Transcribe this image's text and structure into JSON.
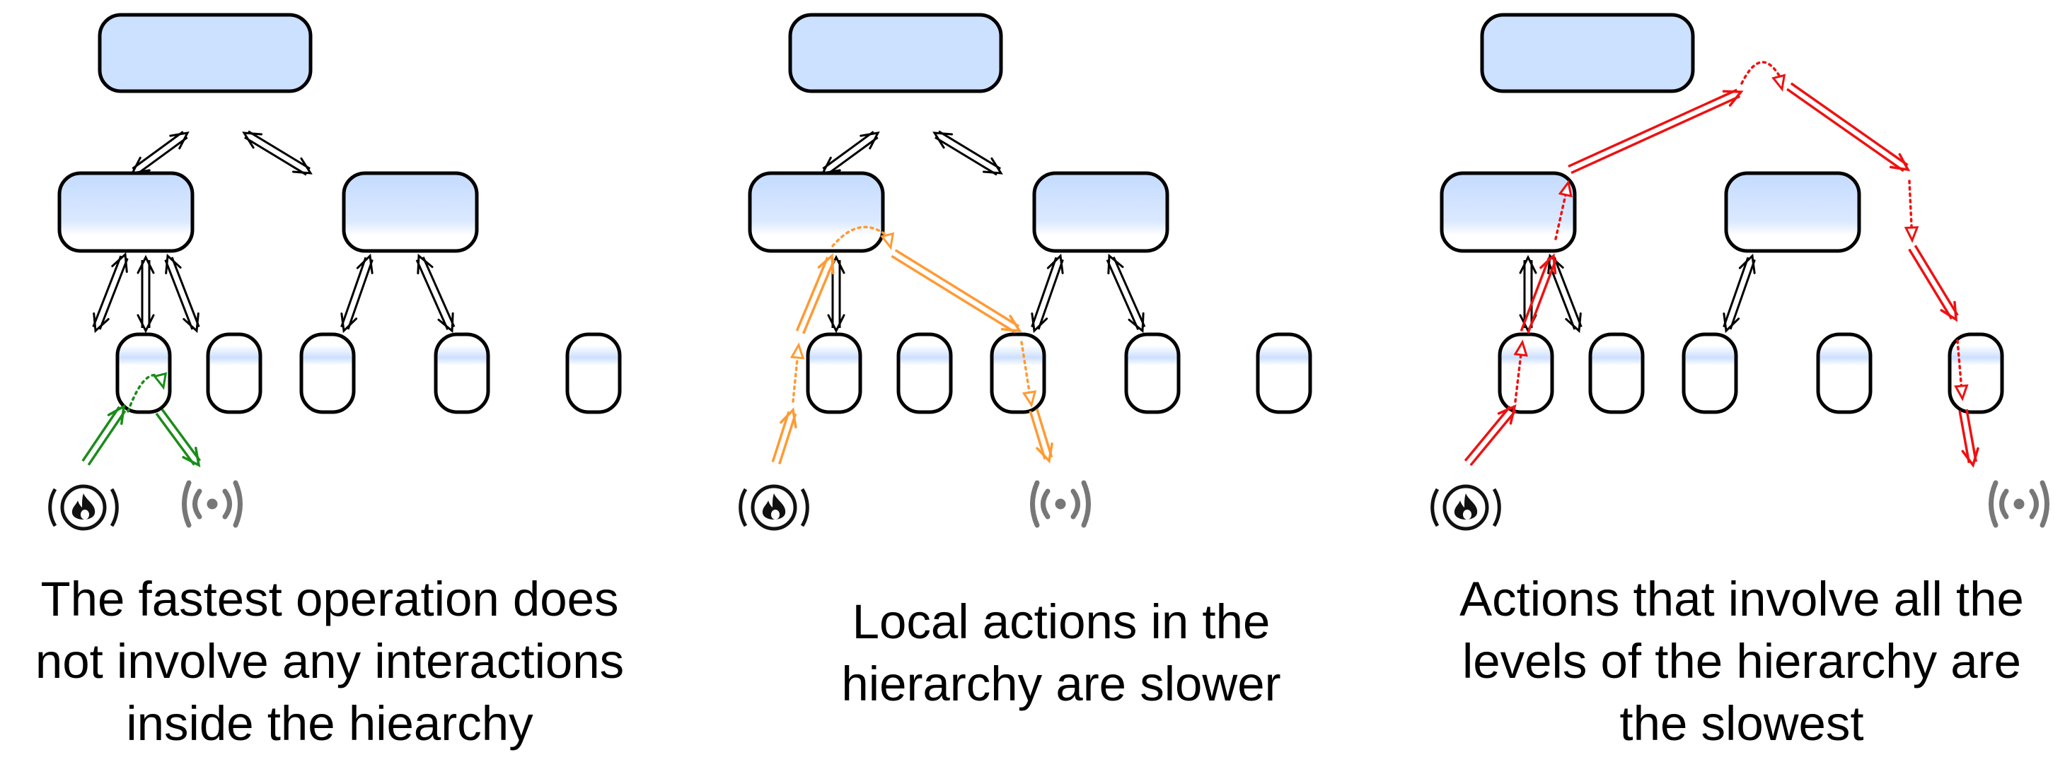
{
  "colors": {
    "node_fill": "#cce0ff",
    "node_stroke": "#000000",
    "fast": "#1a8c1a",
    "local": "#ff9a33",
    "slow": "#ee1111",
    "sensor": "#777777"
  },
  "icons": {
    "source": "flame-sensor-icon",
    "sink": "broadcast-icon"
  },
  "panels": [
    {
      "id": "fastest",
      "path_color": "fast",
      "caption_lines": [
        "The fastest operation does",
        "not involve any interactions",
        "inside the hiearchy"
      ]
    },
    {
      "id": "local",
      "path_color": "local",
      "caption_lines": [
        "Local actions in the",
        "hierarchy are slower"
      ]
    },
    {
      "id": "global",
      "path_color": "slow",
      "caption_lines": [
        "Actions that involve all the",
        "levels of the hierarchy are",
        "the slowest"
      ]
    }
  ]
}
